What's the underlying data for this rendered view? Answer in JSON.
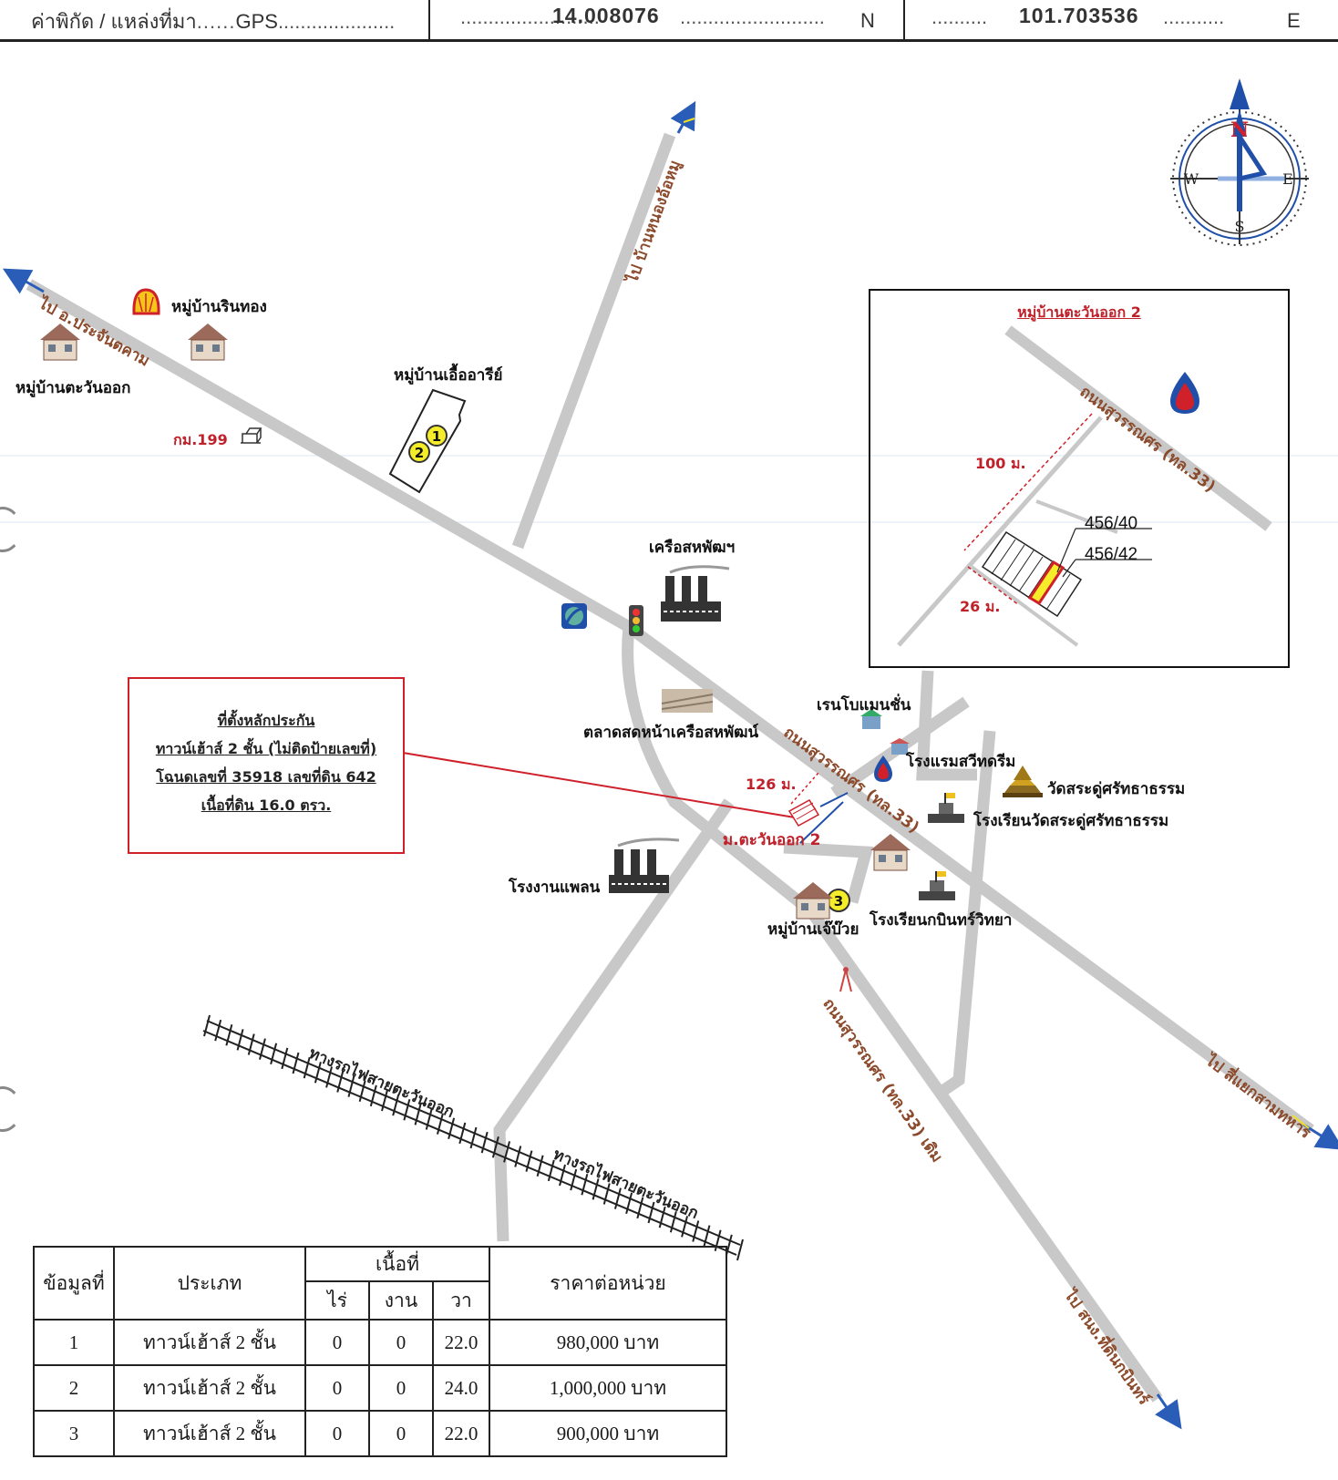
{
  "header": {
    "label": "ค่าพิกัด / แหล่งที่มา",
    "source": "GPS",
    "latitude": "14.008076",
    "lat_suffix": "N",
    "longitude": "101.703536",
    "lon_suffix": "E"
  },
  "compass": {
    "n": "N",
    "s": "S",
    "e": "E",
    "w": "W"
  },
  "places": {
    "rinthong": "หมู่บ้านรินทอง",
    "tawan_ok": "หมู่บ้านตะวันออก",
    "uea_ari": "หมู่บ้านเอื้ออารีย์",
    "km199": "กม.199",
    "kruea": "เครือสหพัฒฯ",
    "market": "ตลาดสดหน้าเครือสหพัฒน์",
    "rainbow": "เรนโบแมนชั่น",
    "hotel": "โรงแรมสวีทดรีม",
    "temple": "วัดสระดู่ศรัทธาธรรม",
    "school1": "โรงเรียนวัดสระดู่ศรัทธาธรรม",
    "moo_tawan2": "ม.ตะวันออก 2",
    "dist126": "126 ม.",
    "factory": "โรงงานแพลน",
    "jew_puay": "หมู่บ้านเจ๊บ๊วย",
    "school2": "โรงเรียนกบินทร์วิทยา"
  },
  "roads": {
    "prachantakham": "ไป อ.ประจันตคาม",
    "nong_ao": "ไป บ้านหนองอ้อหมู",
    "suwannason": "ถนนสุวรรณศร (ทล.33)",
    "suwannason_old": "ถนนสุวรรณศร (ทล.33) เดิม",
    "sam_yaek": "ไป สี่แยกสามทหาร",
    "airport": "ไป สนง.ที่ดินกบินทร์",
    "rail1": "ทางรถไฟสายตะวันออก",
    "rail2": "ทางรถไฟสายตะวันออก"
  },
  "callout": {
    "line1": "ที่ตั้งหลักประกัน",
    "line2": "ทาวน์เฮ้าส์ 2 ชั้น (ไม่ติดป้ายเลขที่)",
    "line3": "โฉนดเลขที่ 35918 เลขที่ดิน 642",
    "line4": "เนื้อที่ดิน 16.0 ตรว."
  },
  "inset": {
    "title": "หมู่บ้านตะวันออก 2",
    "road": "ถนนสุวรรณศร (ทล.33)",
    "dist_100": "100 ม.",
    "dist_26": "26 ม.",
    "house_a": "456/40",
    "house_b": "456/42"
  },
  "markers": [
    "1",
    "2",
    "3"
  ],
  "colors": {
    "road": "#c8c8c8",
    "road_label": "#8b4a2b",
    "highlight": "#d0202a",
    "marker_fill": "#f5ec2a"
  },
  "table": {
    "headers": {
      "no": "ข้อมูลที่",
      "type": "ประเภท",
      "area": "เนื้อที่",
      "rai": "ไร่",
      "ngan": "งาน",
      "wa": "วา",
      "price": "ราคาต่อหน่วย"
    },
    "rows": [
      {
        "no": "1",
        "type": "ทาวน์เฮ้าส์ 2 ชั้น",
        "rai": "0",
        "ngan": "0",
        "wa": "22.0",
        "price": "980,000 บาท"
      },
      {
        "no": "2",
        "type": "ทาวน์เฮ้าส์ 2 ชั้น",
        "rai": "0",
        "ngan": "0",
        "wa": "24.0",
        "price": "1,000,000 บาท"
      },
      {
        "no": "3",
        "type": "ทาวน์เฮ้าส์ 2 ชั้น",
        "rai": "0",
        "ngan": "0",
        "wa": "22.0",
        "price": "900,000 บาท"
      }
    ]
  }
}
